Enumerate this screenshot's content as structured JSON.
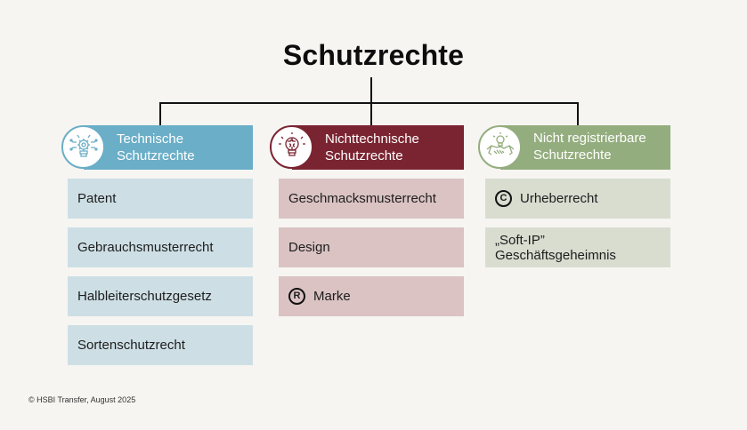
{
  "title": "Schutzrechte",
  "colors": {
    "background": "#f6f5f2",
    "technical_header": "#6aaec7",
    "technical_item": "#cddfe5",
    "nontechnical_header": "#7a2431",
    "nontechnical_item": "#dbc3c3",
    "unregistered_header": "#94ad7e",
    "unregistered_item": "#d8ddd0",
    "connector": "#111111"
  },
  "columns": [
    {
      "header_line1": "Technische",
      "header_line2": "Schutzrechte",
      "icon": "lightbulb-gear-circuit-icon",
      "items": [
        {
          "label": "Patent"
        },
        {
          "label": "Gebrauchsmusterrecht"
        },
        {
          "label": "Halbleiterschutzgesetz"
        },
        {
          "label": "Sortenschutzrecht"
        }
      ]
    },
    {
      "header_line1": "Nichttechnische",
      "header_line2": "Schutzrechte",
      "icon": "lightbulb-puzzle-icon",
      "items": [
        {
          "label": "Geschmacksmusterrecht"
        },
        {
          "label": "Design"
        },
        {
          "label": "Marke",
          "symbol": "R"
        }
      ]
    },
    {
      "header_line1": "Nicht registrierbare",
      "header_line2": "Schutzrechte",
      "icon": "handshake-lightbulb-icon",
      "items": [
        {
          "label": "Urheberrecht",
          "symbol": "C"
        },
        {
          "label_line1": "„Soft-IP”",
          "label_line2": "Geschäftsgeheimnis"
        }
      ]
    }
  ],
  "footer": "© HSBI Transfer,  August 2025"
}
